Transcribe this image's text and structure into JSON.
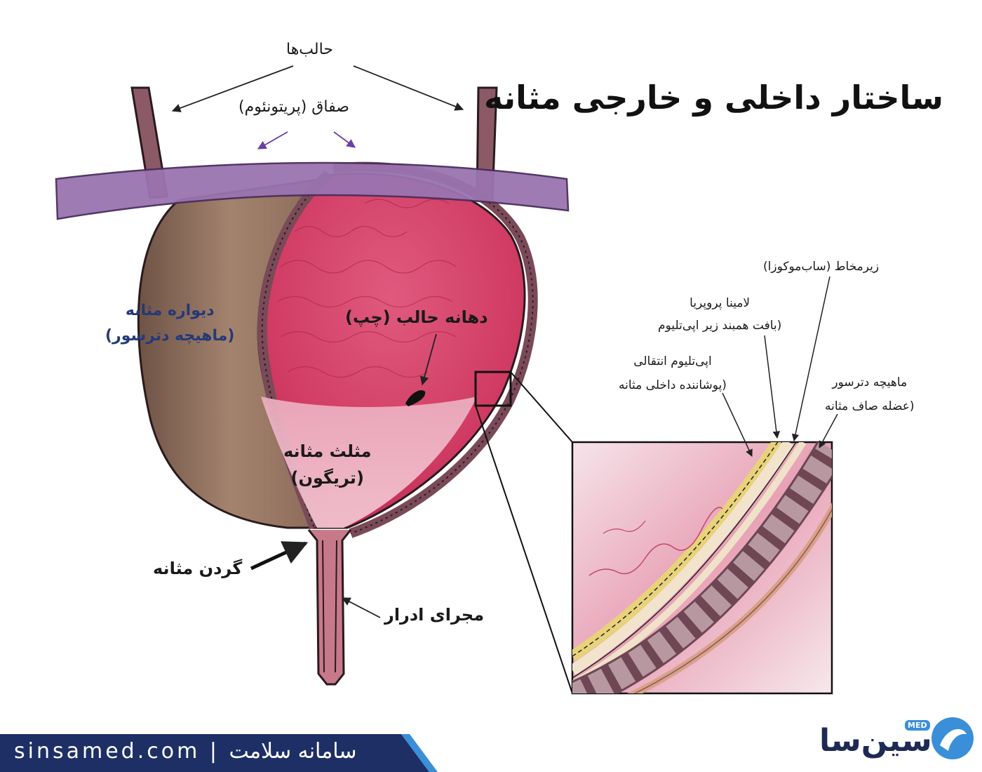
{
  "title": "ساختار داخلی و خارجی مثانه",
  "labels": {
    "ureters": "حالب‌ها",
    "peritoneum": "صفاق (پریتونئوم)",
    "bladder_wall": [
      "دیواره مثانه",
      "(ماهیچه دترسور)"
    ],
    "left_ureteral_orifice": "دهانه حالب (چپ)",
    "trigone": [
      "مثلث مثانه",
      "(تریگون)"
    ],
    "bladder_neck": "گردن مثانه",
    "urethra": "مجرای ادرار",
    "submucosa": "زیرمخاط (ساب‌موکوزا)",
    "lamina_propria": [
      "لامینا پروپریا",
      "(بافت همبند زیر اپی‌تلیوم"
    ],
    "transitional_epithelium": [
      "اپی‌تلیوم انتقالی",
      "(پوشاننده داخلی مثانه"
    ],
    "detrusor_muscle": [
      "ماهیچه دترسور",
      "(عضله صاف مثانه"
    ]
  },
  "footer": {
    "text": "sinsamed.com  |  سامانه سلامت"
  },
  "logo": {
    "text": "سین‌سا",
    "badge": "MED"
  },
  "colors": {
    "footer_band": "#1e2f66",
    "footer_accent": "#3a8fd8",
    "peritoneum": "#9a74b0",
    "mucosa": "#d84068",
    "trigone": "#eab0c0",
    "wall_outer": "#8c6a55",
    "muscle": "#6b4450"
  }
}
